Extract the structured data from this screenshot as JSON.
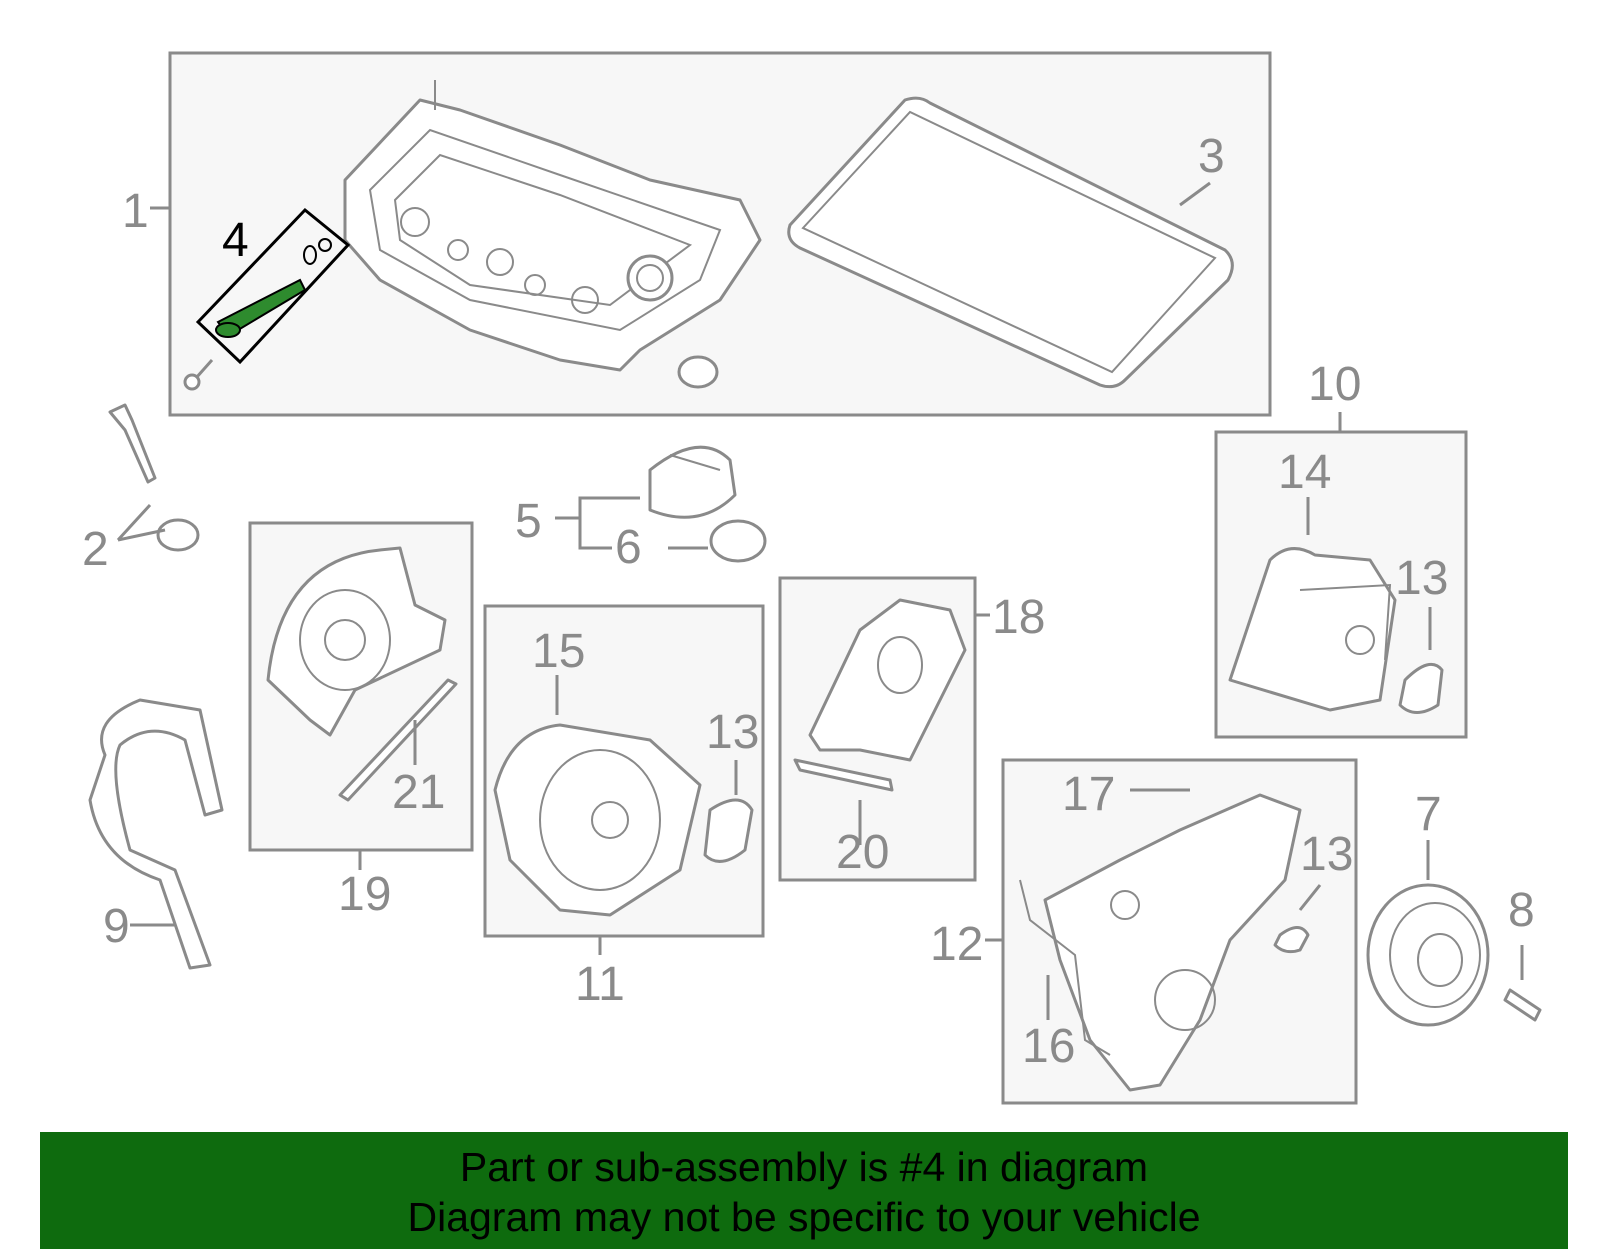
{
  "diagram": {
    "callouts": {
      "c1": "1",
      "c2": "2",
      "c3": "3",
      "c4": "4",
      "c5": "5",
      "c6": "6",
      "c7": "7",
      "c8": "8",
      "c9": "9",
      "c10": "10",
      "c11": "11",
      "c12": "12",
      "c13a": "13",
      "c13b": "13",
      "c13c": "13",
      "c14": "14",
      "c15": "15",
      "c16": "16",
      "c17": "17",
      "c18": "18",
      "c19": "19",
      "c20": "20",
      "c21": "21"
    },
    "highlighted_part": "4",
    "highlight_color": "#000000",
    "part_highlight_fill": "#2e8b2e"
  },
  "banner": {
    "line1": "Part or sub-assembly is #4 in diagram",
    "line2": "Diagram may not be specific to your vehicle",
    "background": "#0e6b0e"
  }
}
